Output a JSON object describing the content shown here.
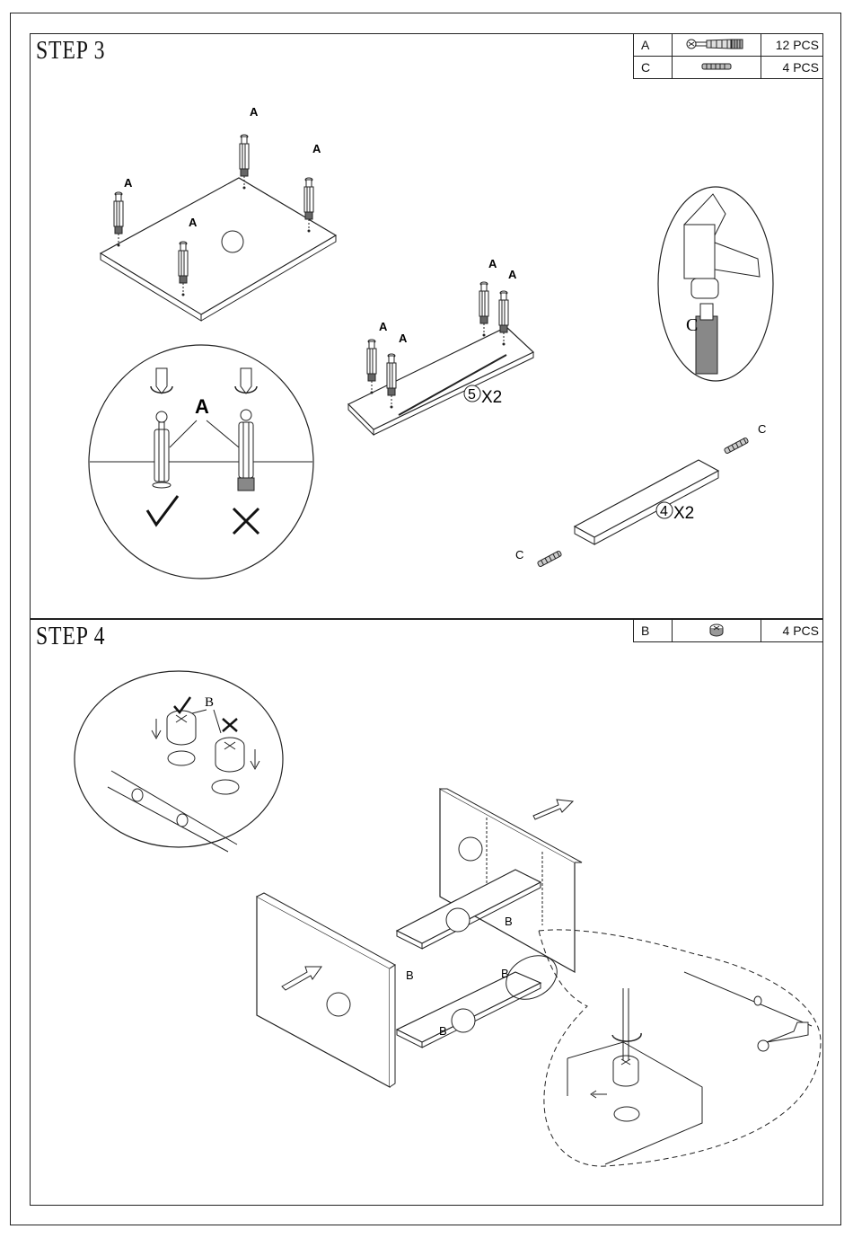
{
  "step3": {
    "title": "STEP 3",
    "parts": [
      {
        "letter": "A",
        "qty": "12 PCS",
        "icon": "cam-bolt-icon"
      },
      {
        "letter": "C",
        "qty": "4 PCS",
        "icon": "wooden-dowel-icon"
      }
    ],
    "callouts": {
      "bolt": "A",
      "dowel": "C",
      "panel5": "5",
      "panel5_qty": "X2",
      "panel4": "4",
      "panel4_qty": "X2"
    }
  },
  "step4": {
    "title": "STEP 4",
    "parts": [
      {
        "letter": "B",
        "qty": "4 PCS",
        "icon": "cam-lock-icon"
      }
    ],
    "callouts": {
      "camlock": "B"
    }
  }
}
